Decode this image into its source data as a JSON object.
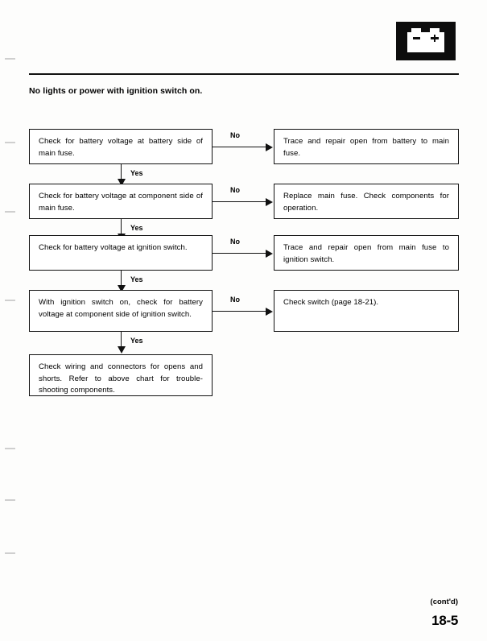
{
  "header": {
    "icon": "battery-icon",
    "icon_symbols": [
      "minus",
      "plus"
    ]
  },
  "chart": {
    "title": "No lights or power with ignition switch on.",
    "yes_label": "Yes",
    "no_label": "No",
    "steps": [
      {
        "check": "Check for battery voltage at battery side of main fuse.",
        "no_action": "Trace and repair open from battery to main fuse."
      },
      {
        "check": "Check for battery voltage at component side of main fuse.",
        "no_action": "Replace main fuse. Check components for operation."
      },
      {
        "check": "Check for battery voltage at ignition switch.",
        "no_action": "Trace and repair open from main fuse to ignition switch."
      },
      {
        "check": "With ignition switch on, check for battery voltage at component side of ignition switch.",
        "no_action": "Check switch (page 18-21)."
      }
    ],
    "final_step": "Check wiring and connectors for opens and shorts. Refer to above chart for trouble-shooting components."
  },
  "footer": {
    "continued": "(cont'd)",
    "page_number": "18-5"
  }
}
